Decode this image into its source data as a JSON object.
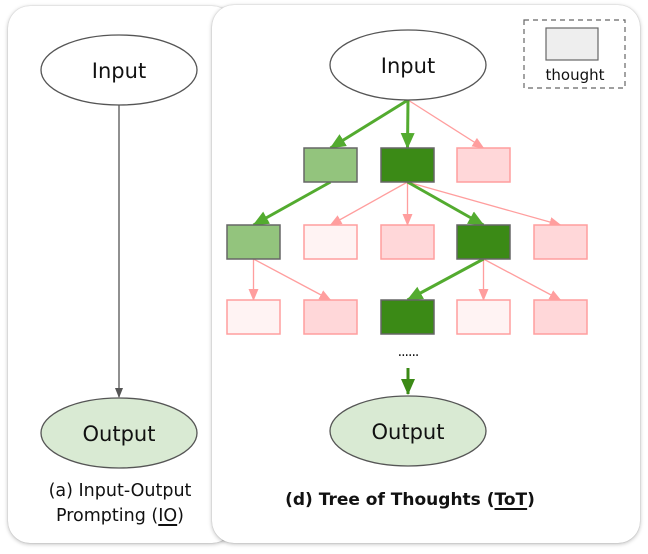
{
  "panels": {
    "io": {
      "input_label": "Input",
      "output_label": "Output",
      "caption_prefix": "(a) Input-Output",
      "caption_line2": "Prompting (",
      "caption_abbrev": "IO",
      "caption_close": ")"
    },
    "tot": {
      "input_label": "Input",
      "output_label": "Output",
      "ellipsis": "......",
      "caption_prefix": "(d) Tree of Thoughts (",
      "caption_abbrev": "ToT",
      "caption_close": ")"
    }
  },
  "legend": {
    "label": "thought"
  },
  "colors": {
    "selected_strong": "#3b8a16",
    "selected_light": "#93c47d",
    "rejected_medium": "#ffd7d9",
    "rejected_faint": "#fff3f3",
    "rejected_border": "#ff9e9e",
    "selected_edge": "#53ab2f",
    "rejected_edge": "#ff9e9e",
    "output_fill": "#d9ead3",
    "legend_fill": "#eeeeee"
  },
  "tree": {
    "nodes": [
      {
        "id": "r1a",
        "level": 1,
        "col": 1,
        "state": "selected_light",
        "parent": "input"
      },
      {
        "id": "r1b",
        "level": 1,
        "col": 2,
        "state": "selected_strong",
        "parent": "input"
      },
      {
        "id": "r1c",
        "level": 1,
        "col": 3,
        "state": "rejected_medium",
        "parent": "input"
      },
      {
        "id": "r2a",
        "level": 2,
        "col": 0,
        "state": "selected_light",
        "parent": "r1a"
      },
      {
        "id": "r2b",
        "level": 2,
        "col": 1,
        "state": "rejected_faint",
        "parent": "r1b"
      },
      {
        "id": "r2c",
        "level": 2,
        "col": 2,
        "state": "rejected_medium",
        "parent": "r1b"
      },
      {
        "id": "r2d",
        "level": 2,
        "col": 3,
        "state": "selected_strong",
        "parent": "r1b"
      },
      {
        "id": "r2e",
        "level": 2,
        "col": 4,
        "state": "rejected_medium",
        "parent": "r1b"
      },
      {
        "id": "r3a",
        "level": 3,
        "col": 0,
        "state": "rejected_faint",
        "parent": "r2a"
      },
      {
        "id": "r3b",
        "level": 3,
        "col": 1,
        "state": "rejected_medium",
        "parent": "r2a"
      },
      {
        "id": "r3c",
        "level": 3,
        "col": 2,
        "state": "selected_strong",
        "parent": "r2d"
      },
      {
        "id": "r3d",
        "level": 3,
        "col": 3,
        "state": "rejected_faint",
        "parent": "r2d"
      },
      {
        "id": "r3e",
        "level": 3,
        "col": 4,
        "state": "rejected_medium",
        "parent": "r2d"
      }
    ],
    "selected_edges": [
      [
        "input",
        "r1a"
      ],
      [
        "input",
        "r1b"
      ],
      [
        "r1a",
        "r2a"
      ],
      [
        "r1b",
        "r2d"
      ],
      [
        "r2d",
        "r3c"
      ]
    ]
  }
}
